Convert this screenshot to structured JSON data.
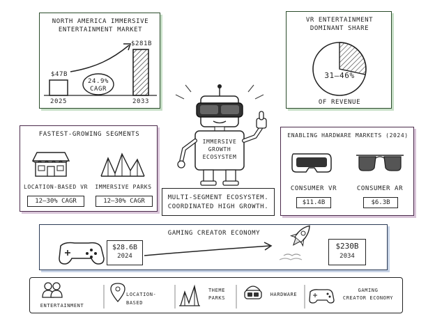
{
  "market": {
    "title_line1": "NORTH AMERICA IMMERSIVE",
    "title_line2": "ENTERTAINMENT MARKET",
    "start_value": "$47B",
    "end_value": "$281B",
    "start_year": "2025",
    "end_year": "2033",
    "cagr_value": "24.9%",
    "cagr_label": "CAGR"
  },
  "vr_share": {
    "title_line1": "VR ENTERTAINMENT",
    "title_line2": "DOMINANT SHARE",
    "share": "31–46%",
    "caption": "OF REVENUE"
  },
  "segments": {
    "title": "FASTEST-GROWING SEGMENTS",
    "items": [
      {
        "label": "LOCATION-BASED VR",
        "cagr": "12–30% CAGR"
      },
      {
        "label": "IMMERSIVE PARKS",
        "cagr": "12–30% CAGR"
      }
    ]
  },
  "center": {
    "robot_line1": "IMMERSIVE",
    "robot_line2": "GROWTH",
    "robot_line3": "ECOSYSTEM",
    "caption_line1": "MULTI-SEGMENT ECOSYSTEM.",
    "caption_line2": "COORDINATED HIGH GROWTH."
  },
  "hardware": {
    "title": "ENABLING HARDWARE MARKETS (2024)",
    "items": [
      {
        "label": "CONSUMER VR",
        "value": "$11.4B"
      },
      {
        "label": "CONSUMER AR",
        "value": "$6.3B"
      }
    ]
  },
  "gaming": {
    "title": "GAMING CREATOR ECONOMY",
    "start_value": "$28.6B",
    "start_year": "2024",
    "end_value": "$230B",
    "end_year": "2034"
  },
  "legend": {
    "entertainment": "ENTERTAINMENT",
    "location": "LOCATION-BASED",
    "theme_line1": "THEME",
    "theme_line2": "PARKS",
    "hardware": "HARDWARE",
    "gaming_line1": "GAMING",
    "gaming_line2": "CREATOR ECONOMY"
  },
  "colors": {
    "green_shadow": "#c7dfc7",
    "purple_shadow": "#d9c5d9",
    "blue_shadow": "#c7d3e6"
  }
}
